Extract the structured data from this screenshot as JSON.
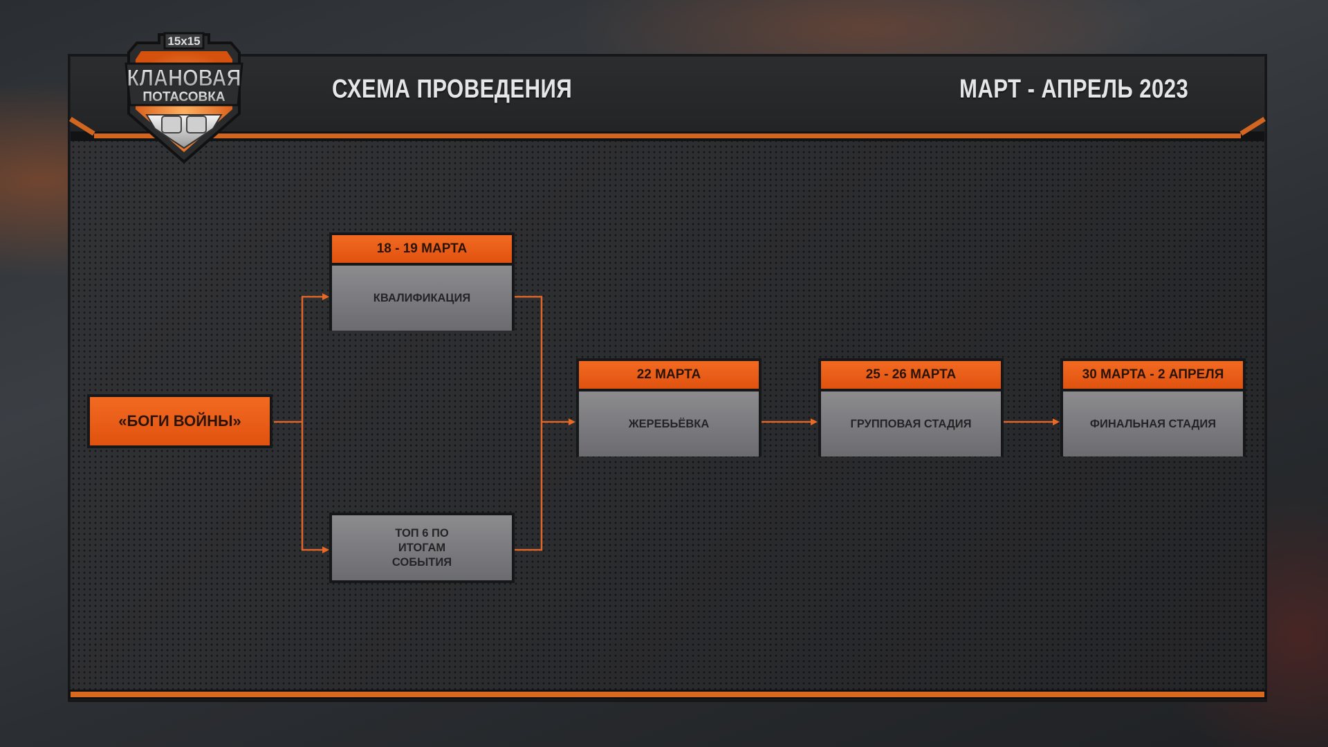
{
  "header": {
    "title": "СХЕМА ПРОВЕДЕНИЯ",
    "date_range": "МАРТ - АПРЕЛЬ 2023"
  },
  "logo": {
    "format": "15x15",
    "line1": "КЛАНОВАЯ",
    "line2": "ПОТАСОВКА",
    "icon": "fist-bump-icon"
  },
  "colors": {
    "accent": "#e85a16",
    "stage_body": "#7d7c80",
    "background": "#2b2c2f"
  },
  "diagram": {
    "source": {
      "label": "«БОГИ ВОЙНЫ»"
    },
    "stages": [
      {
        "id": "qualification",
        "date": "18 - 19 МАРТА",
        "label": "КВАЛИФИКАЦИЯ"
      },
      {
        "id": "top6",
        "date": null,
        "label": "ТОП 6 ПО ИТОГАМ СОБЫТИЯ"
      },
      {
        "id": "draw",
        "date": "22 МАРТА",
        "label": "ЖЕРЕБЬЁВКА"
      },
      {
        "id": "group",
        "date": "25 - 26 МАРТА",
        "label": "ГРУППОВАЯ СТАДИЯ"
      },
      {
        "id": "final",
        "date": "30 МАРТА - 2 АПРЕЛЯ",
        "label": "ФИНАЛЬНАЯ СТАДИЯ"
      }
    ],
    "edges": [
      [
        "source",
        "qualification"
      ],
      [
        "source",
        "top6"
      ],
      [
        "qualification",
        "draw"
      ],
      [
        "top6",
        "draw"
      ],
      [
        "draw",
        "group"
      ],
      [
        "group",
        "final"
      ]
    ]
  }
}
